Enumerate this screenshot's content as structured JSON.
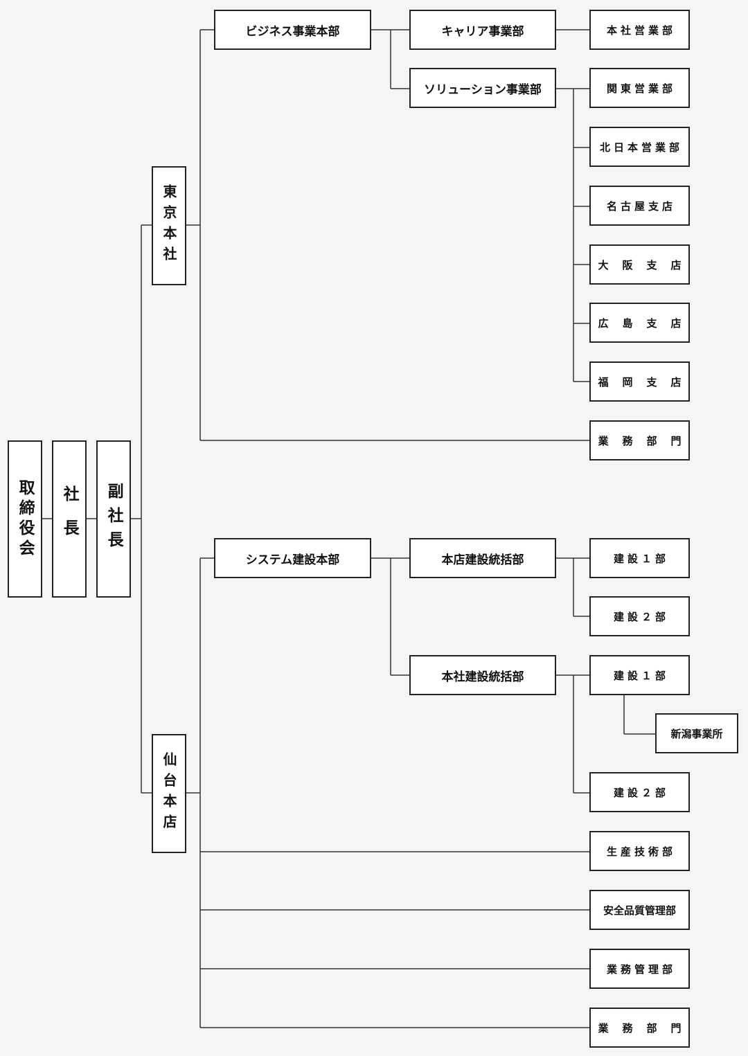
{
  "board": "取締役会",
  "president": "社長",
  "vice_president": "副社長",
  "tokyo": {
    "hq": "東京本社",
    "business_division": "ビジネス事業本部",
    "career_dept": "キャリア事業部",
    "solution_dept": "ソリューション事業部",
    "head_office_sales": "本社営業部",
    "kanto_sales": "関東営業部",
    "north_japan_sales": "北日本営業部",
    "nagoya_branch": "名古屋支店",
    "osaka_branch": "大阪支店",
    "hiroshima_branch": "広島支店",
    "fukuoka_branch": "福岡支店",
    "general_affairs": "業務部門"
  },
  "sendai": {
    "hq": "仙台本店",
    "system_division": "システム建設本部",
    "honten_construction": "本店建設統括部",
    "honsha_construction": "本社建設統括部",
    "construction_1_a": "建設１部",
    "construction_2_a": "建設２部",
    "construction_1_b": "建設１部",
    "niigata_office": "新潟事業所",
    "construction_2_b": "建設２部",
    "production_tech": "生産技術部",
    "safety_quality": "安全品質管理部",
    "business_management": "業務管理部",
    "general_affairs": "業務部門"
  }
}
